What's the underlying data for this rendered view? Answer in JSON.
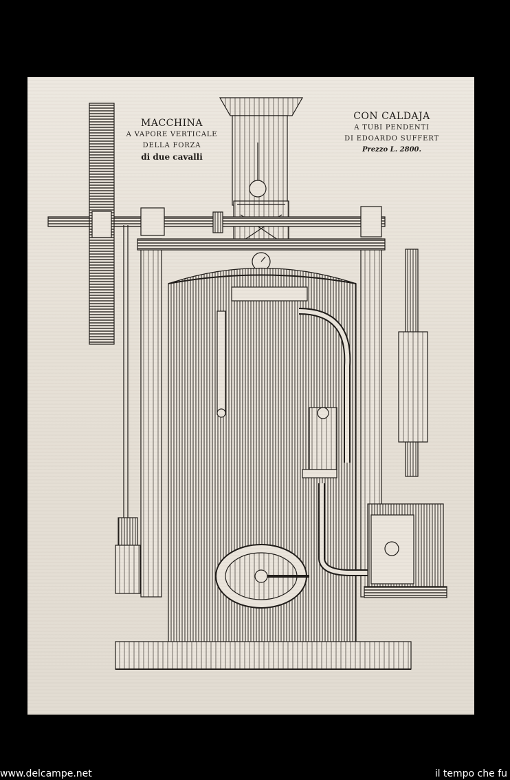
{
  "print": {
    "caption_left": {
      "line1": "MACCHINA",
      "line2": "A VAPORE VERTICALE",
      "line3": "DELLA FORZA",
      "line4": "di due cavalli"
    },
    "caption_right": {
      "line1": "CON CALDAJA",
      "line2": "A TUBI PENDENTI",
      "line3": "DI EDOARDO SUFFERT",
      "line4": "Prezzo L. 2800."
    }
  },
  "footer": {
    "left_text": "www.delcampe.net",
    "right_text": "il tempo che fu"
  },
  "colors": {
    "paper": "#e6e0d6",
    "ink": "#1e1b18",
    "background": "#000000"
  }
}
